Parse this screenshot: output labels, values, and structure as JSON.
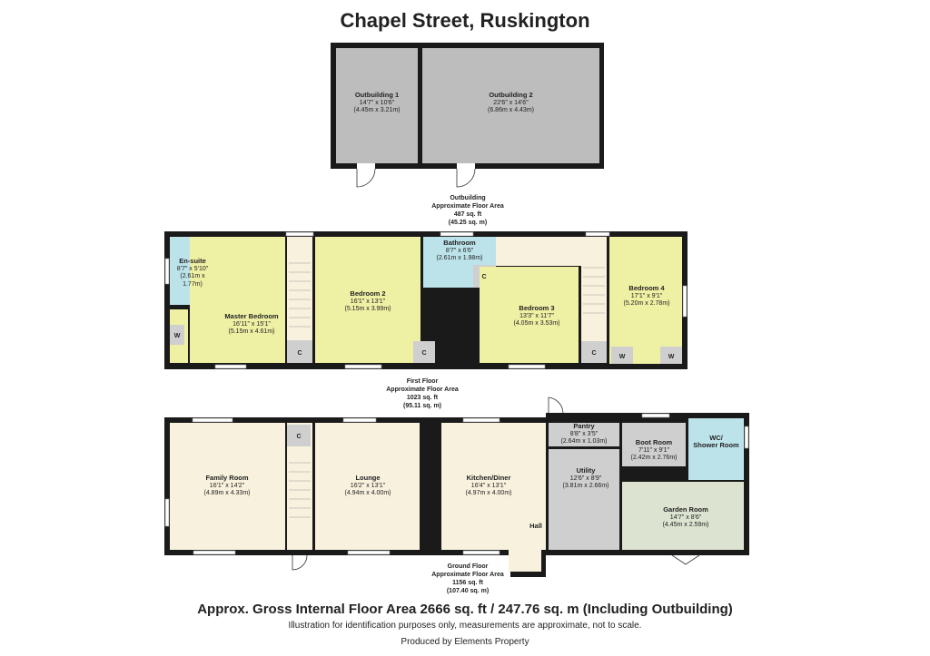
{
  "title": "Chapel Street, Ruskington",
  "colors": {
    "wall": "#1a1a1a",
    "outbuilding": "#bdbdbd",
    "bedroom": "#eef0a4",
    "bathroom": "#bde3ea",
    "living": "#f7f1dd",
    "utility": "#cfcfcf",
    "garden_room": "#dce3d0"
  },
  "outbuilding": {
    "rooms": [
      {
        "name": "Outbuilding 1",
        "imperial": "14'7\" x 10'6\"",
        "metric": "(4.45m x 3.21m)"
      },
      {
        "name": "Outbuilding 2",
        "imperial": "22'6\" x 14'6\"",
        "metric": "(6.86m x 4.43m)"
      }
    ],
    "area": {
      "l1": "Outbuilding",
      "l2": "Approximate Floor Area",
      "l3": "487 sq. ft",
      "l4": "(45.25 sq. m)"
    }
  },
  "first_floor": {
    "rooms": [
      {
        "name": "En-suite",
        "imperial": "8'7\" x 5'10\"",
        "metric": "(2.61m x 1.77m)"
      },
      {
        "name": "Master Bedroom",
        "imperial": "16'11\" x 15'1\"",
        "metric": "(5.15m x 4.61m)"
      },
      {
        "name": "Bedroom 2",
        "imperial": "16'1\" x 13'1\"",
        "metric": "(5.15m x 3.99m)"
      },
      {
        "name": "Bathroom",
        "imperial": "8'7\" x 6'6\"",
        "metric": "(2.61m x 1.98m)"
      },
      {
        "name": "Bedroom 3",
        "imperial": "13'3\" x 11'7\"",
        "metric": "(4.05m x 3.53m)"
      },
      {
        "name": "Bedroom 4",
        "imperial": "17'1\" x 9'1\"",
        "metric": "(5.20m x 2.78m)"
      }
    ],
    "area": {
      "l1": "First Floor",
      "l2": "Approximate Floor Area",
      "l3": "1023 sq. ft",
      "l4": "(95.11 sq. m)"
    }
  },
  "ground_floor": {
    "rooms": [
      {
        "name": "Family Room",
        "imperial": "16'1\" x 14'2\"",
        "metric": "(4.89m x 4.33m)"
      },
      {
        "name": "Lounge",
        "imperial": "16'2\" x 13'1\"",
        "metric": "(4.94m x 4.00m)"
      },
      {
        "name": "Kitchen/Diner",
        "imperial": "16'4\" x 13'1\"",
        "metric": "(4.97m x 4.00m)"
      },
      {
        "name": "Pantry",
        "imperial": "8'8\" x 3'5\"",
        "metric": "(2.64m x 1.03m)"
      },
      {
        "name": "Utility",
        "imperial": "12'6\" x 8'9\"",
        "metric": "(3.81m x 2.66m)"
      },
      {
        "name": "Boot Room",
        "imperial": "7'11\" x 9'1\"",
        "metric": "(2.42m x 2.76m)"
      },
      {
        "name": "WC/\nShower Room",
        "imperial": "",
        "metric": ""
      },
      {
        "name": "Garden Room",
        "imperial": "14'7\" x 8'6\"",
        "metric": "(4.45m x 2.59m)"
      },
      {
        "name": "Hall",
        "imperial": "",
        "metric": ""
      }
    ],
    "area": {
      "l1": "Ground Floor",
      "l2": "Approximate Floor Area",
      "l3": "1156 sq. ft",
      "l4": "(107.40 sq. m)"
    }
  },
  "labels": {
    "cupboard": "C",
    "wardrobe": "W"
  },
  "footer": {
    "gross": "Approx. Gross Internal Floor Area 2666 sq. ft / 247.76 sq. m (Including Outbuilding)",
    "disclaimer": "Illustration for identification purposes only, measurements are approximate, not to scale.",
    "produced": "Produced by Elements Property"
  }
}
